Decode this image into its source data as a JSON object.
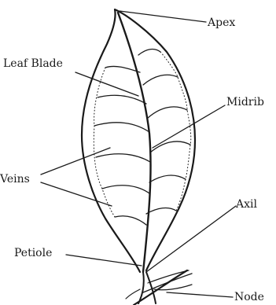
{
  "diagram": {
    "labels": {
      "apex": "Apex",
      "leaf_blade": "Leaf Blade",
      "midrib": "Midrib",
      "veins": "Veins",
      "axil": "Axil",
      "petiole": "Petiole",
      "node": "Node"
    }
  }
}
